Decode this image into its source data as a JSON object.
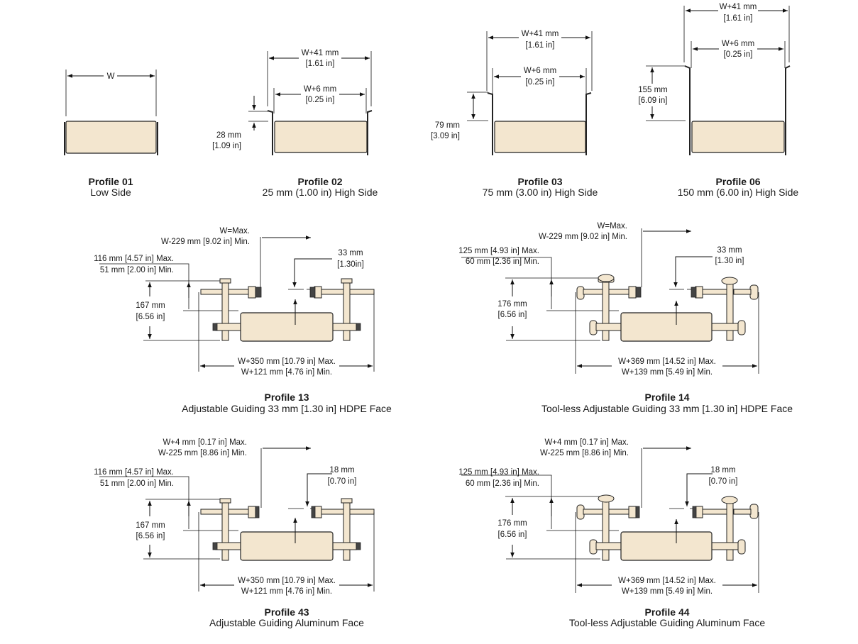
{
  "profiles": {
    "p01": {
      "title": "Profile 01",
      "subtitle": "Low Side",
      "dims": {
        "w": "W"
      }
    },
    "p02": {
      "title": "Profile 02",
      "subtitle": "25 mm (1.00 in) High Side",
      "dims": {
        "outer_mm": "W+41 mm",
        "outer_in": "[1.61 in]",
        "inner_mm": "W+6 mm",
        "inner_in": "[0.25 in]",
        "h_mm": "28 mm",
        "h_in": "[1.09 in]"
      }
    },
    "p03": {
      "title": "Profile 03",
      "subtitle": "75 mm (3.00 in) High Side",
      "dims": {
        "outer_mm": "W+41 mm",
        "outer_in": "[1.61 in]",
        "inner_mm": "W+6 mm",
        "inner_in": "[0.25 in]",
        "h_mm": "79 mm",
        "h_in": "[3.09 in]"
      }
    },
    "p06": {
      "title": "Profile 06",
      "subtitle": "150 mm (6.00 in) High Side",
      "dims": {
        "outer_mm": "W+41 mm",
        "outer_in": "[1.61 in]",
        "inner_mm": "W+6 mm",
        "inner_in": "[0.25 in]",
        "h_mm": "155 mm",
        "h_in": "[6.09 in]"
      }
    },
    "p13": {
      "title": "Profile 13",
      "subtitle": "Adjustable Guiding 33 mm [1.30 in] HDPE Face",
      "dims": {
        "w_max": "W=Max.",
        "w_min": "W-229 mm [9.02 in] Min.",
        "gap_mm": "33 mm",
        "gap_in": "[1.30in]",
        "ht_max": "116 mm [4.57 in] Max.",
        "ht_min": "51 mm [2.00 in] Min.",
        "h_mm": "167 mm",
        "h_in": "[6.56 in]",
        "ov_max": "W+350 mm [10.79 in] Max.",
        "ov_min": "W+121 mm [4.76 in] Min."
      }
    },
    "p14": {
      "title": "Profile 14",
      "subtitle": "Tool-less Adjustable Guiding 33 mm [1.30 in] HDPE Face",
      "dims": {
        "w_max": "W=Max.",
        "w_min": "W-229 mm [9.02 in] Min.",
        "gap_mm": "33 mm",
        "gap_in": "[1.30 in]",
        "ht_max": "125 mm [4.93 in] Max.",
        "ht_min": "60 mm [2.36 in] Min.",
        "h_mm": "176 mm",
        "h_in": "[6.56 in]",
        "ov_max": "W+369 mm [14.52 in] Max.",
        "ov_min": "W+139 mm [5.49 in] Min."
      }
    },
    "p43": {
      "title": "Profile 43",
      "subtitle": "Adjustable Guiding Aluminum Face",
      "dims": {
        "w_max": "W+4 mm [0.17 in] Max.",
        "w_min": "W-225 mm [8.86 in] Min.",
        "gap_mm": "18 mm",
        "gap_in": "[0.70 in]",
        "ht_max": "116 mm [4.57 in] Max.",
        "ht_min": "51 mm [2.00 in] Min.",
        "h_mm": "167 mm",
        "h_in": "[6.56 in]",
        "ov_max": "W+350 mm [10.79 in] Max.",
        "ov_min": "W+121 mm [4.76 in] Min."
      }
    },
    "p44": {
      "title": "Profile 44",
      "subtitle": "Tool-less Adjustable Guiding Aluminum  Face",
      "dims": {
        "w_max": "W+4 mm [0.17 in] Max.",
        "w_min": "W-225 mm [8.86 in] Min.",
        "gap_mm": "18 mm",
        "gap_in": "[0.70 in]",
        "ht_max": "125 mm [4.93 in] Max.",
        "ht_min": "60 mm [2.36 in] Min.",
        "h_mm": "176 mm",
        "h_in": "[6.56 in]",
        "ov_max": "W+369 mm [14.52 in] Max.",
        "ov_min": "W+139 mm [5.49 in] Min."
      }
    }
  },
  "colors": {
    "roller_fill": "#f3e6cf",
    "line": "#111111"
  }
}
